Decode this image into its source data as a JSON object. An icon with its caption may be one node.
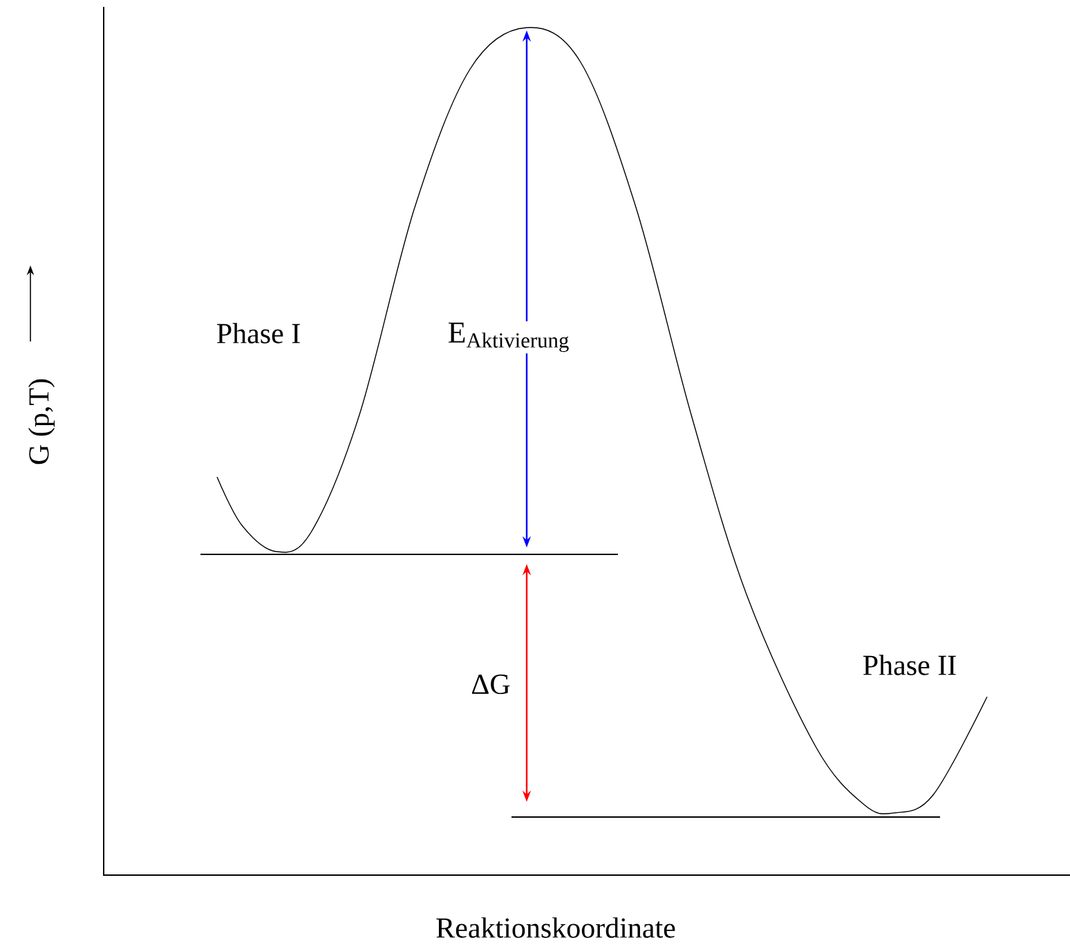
{
  "diagram": {
    "labels": [
      "Phase I",
      "\\mathrm{E}_{\\mathrm{Aktivierung}}",
      "ΔG",
      "Phase II",
      "G (p,T)",
      "Reaktionskoordinate"
    ]
  }
}
